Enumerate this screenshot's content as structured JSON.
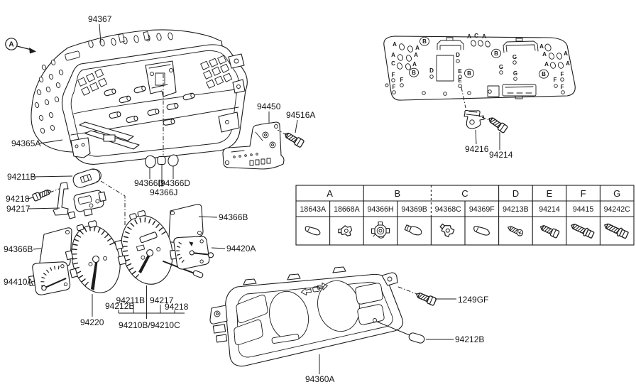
{
  "page": {
    "background": "#ffffff",
    "ink": "#1c1c1c"
  },
  "view_marker": {
    "letter": "A"
  },
  "part_labels": {
    "housing": "94367",
    "housing_lower": "94365A",
    "bulb_board": "94450",
    "bulb_board_screw": "94516A",
    "bulb_left": "94366D",
    "bulb_right": "94366D",
    "bulb_center": "94366J",
    "odometer_drum": "94211B",
    "odometer_screw": "94218",
    "odometer_bracket": "94217",
    "window_plate_left": "94366B",
    "window_plate_right": "94366B",
    "fuel_gauge": "94410A",
    "speedometer": "94220",
    "temp_gauge": "94420A",
    "meter_sub_1": "94212B",
    "meter_sub_2": "94211B",
    "meter_sub_3": "94217",
    "meter_sub_4": "94218",
    "meter_assembly": "94210B/94210C",
    "bulb_socket": "94216",
    "socket_screw": "94214",
    "lens_housing": "94360A",
    "lens_screw": "1249GF",
    "lens_cap": "94212B"
  },
  "board_letters": [
    "A",
    "A",
    "B",
    "A",
    "A",
    "C",
    "A",
    "B",
    "F",
    "F",
    "F",
    "D",
    "D",
    "E",
    "E",
    "B",
    "A",
    "C",
    "A",
    "B",
    "G",
    "G",
    "G",
    "A",
    "A",
    "A",
    "A",
    "A",
    "B",
    "F",
    "F",
    "F"
  ],
  "table": {
    "headers": [
      {
        "label": "A",
        "span": 2
      },
      {
        "label": "B",
        "span": 2
      },
      {
        "label": "C",
        "span": 2
      },
      {
        "label": "D",
        "span": 1
      },
      {
        "label": "E",
        "span": 1
      },
      {
        "label": "F",
        "span": 1
      },
      {
        "label": "G",
        "span": 1
      }
    ],
    "parts": [
      "18643A",
      "18668A",
      "94366H",
      "94369B",
      "94368C",
      "94369F",
      "94213B",
      "94214",
      "94415",
      "94242C"
    ],
    "icons": [
      "bulb-wedge",
      "bulb-socket",
      "lamp-socket-assembly",
      "bulb-with-base",
      "bulb-socket",
      "bulb-wedge",
      "tapping-screw",
      "machine-screw",
      "bolt-long",
      "bolt-long"
    ]
  }
}
